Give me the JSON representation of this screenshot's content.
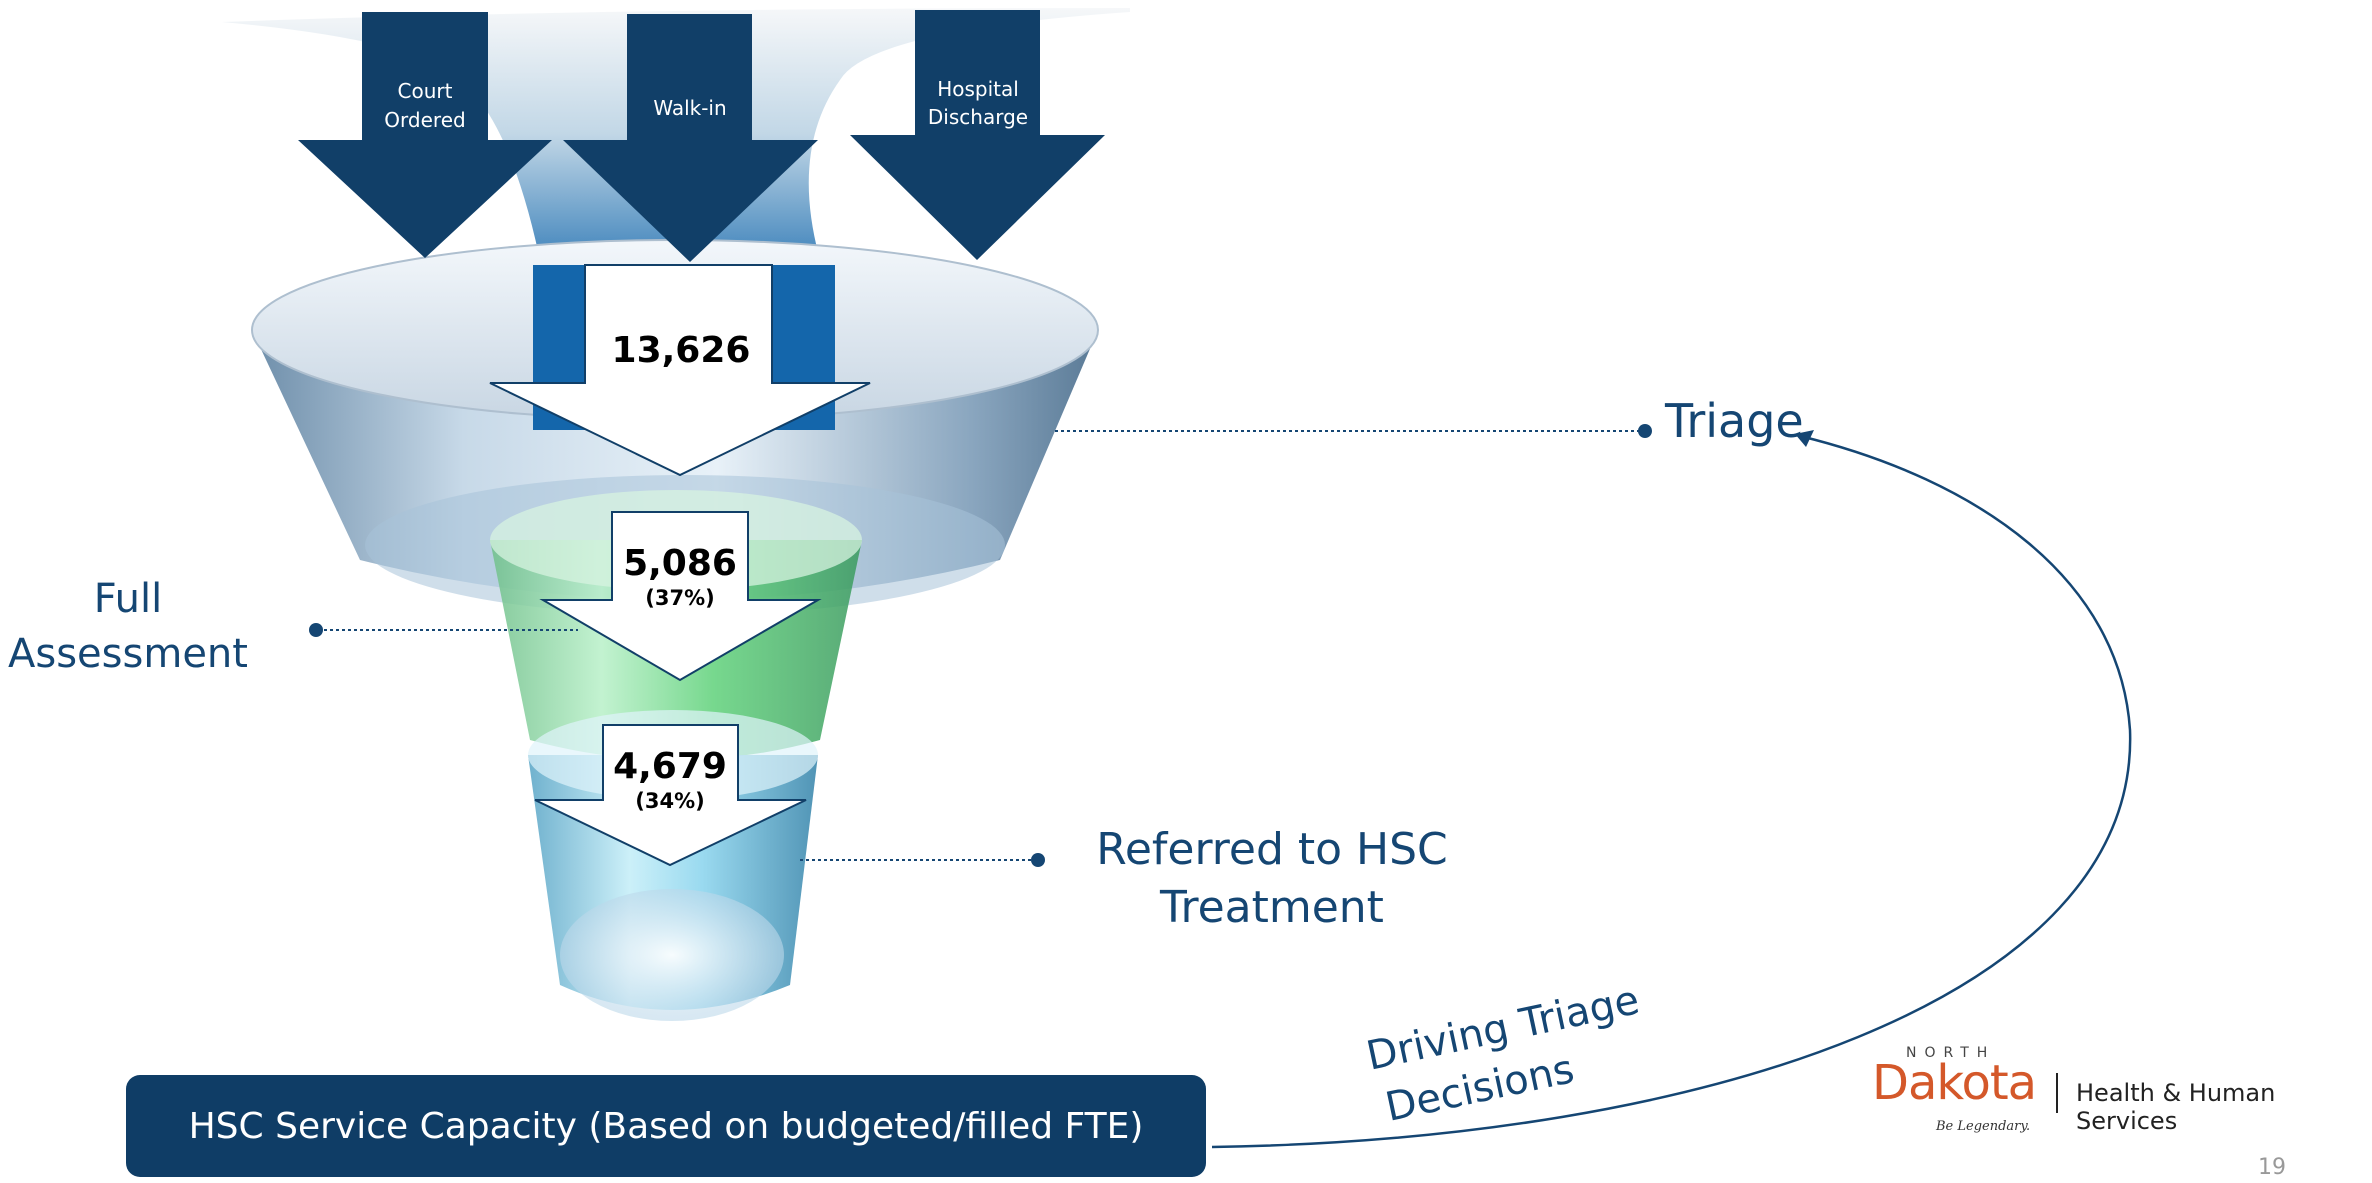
{
  "inputs": {
    "court_ordered": [
      "Court",
      "Ordered"
    ],
    "walk_in": "Walk-in",
    "hospital_discharge": [
      "Hospital",
      "Discharge"
    ]
  },
  "funnel": {
    "triage_count": "13,626",
    "assessment_count": "5,086",
    "assessment_pct": "(37%)",
    "referred_count": "4,679",
    "referred_pct": "(34%)"
  },
  "labels": {
    "triage": "Triage",
    "full_assessment": [
      "Full",
      "Assessment"
    ],
    "referred": [
      "Referred to HSC",
      "Treatment"
    ],
    "driving": [
      "Driving Triage",
      "Decisions"
    ]
  },
  "capacity_box": "HSC Service Capacity (Based on budgeted/filled FTE)",
  "logo": {
    "north": "NORTH",
    "dakota": "Dakota",
    "tagline": "Be Legendary.",
    "agency": "Health & Human Services"
  },
  "page_number": "19",
  "colors": {
    "navy": "#113f68",
    "label_blue": "#154673",
    "logo_orange": "#d4582a"
  }
}
